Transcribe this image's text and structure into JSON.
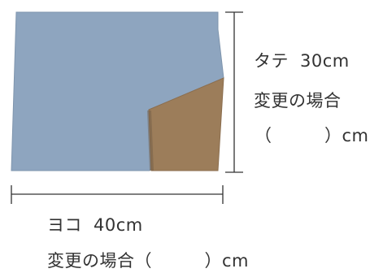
{
  "vertical": {
    "title_label": "タテ",
    "title_value": "30cm",
    "change_label": "変更の場合",
    "blank_text": "（　　　）cm"
  },
  "horizontal": {
    "title_label": "ヨコ",
    "title_value": "40cm",
    "change_text": "変更の場合（　　　）cm"
  },
  "colors": {
    "cloth_front": "#8ea5bf",
    "cloth_back": "#9c7d5a",
    "line": "#333333"
  }
}
